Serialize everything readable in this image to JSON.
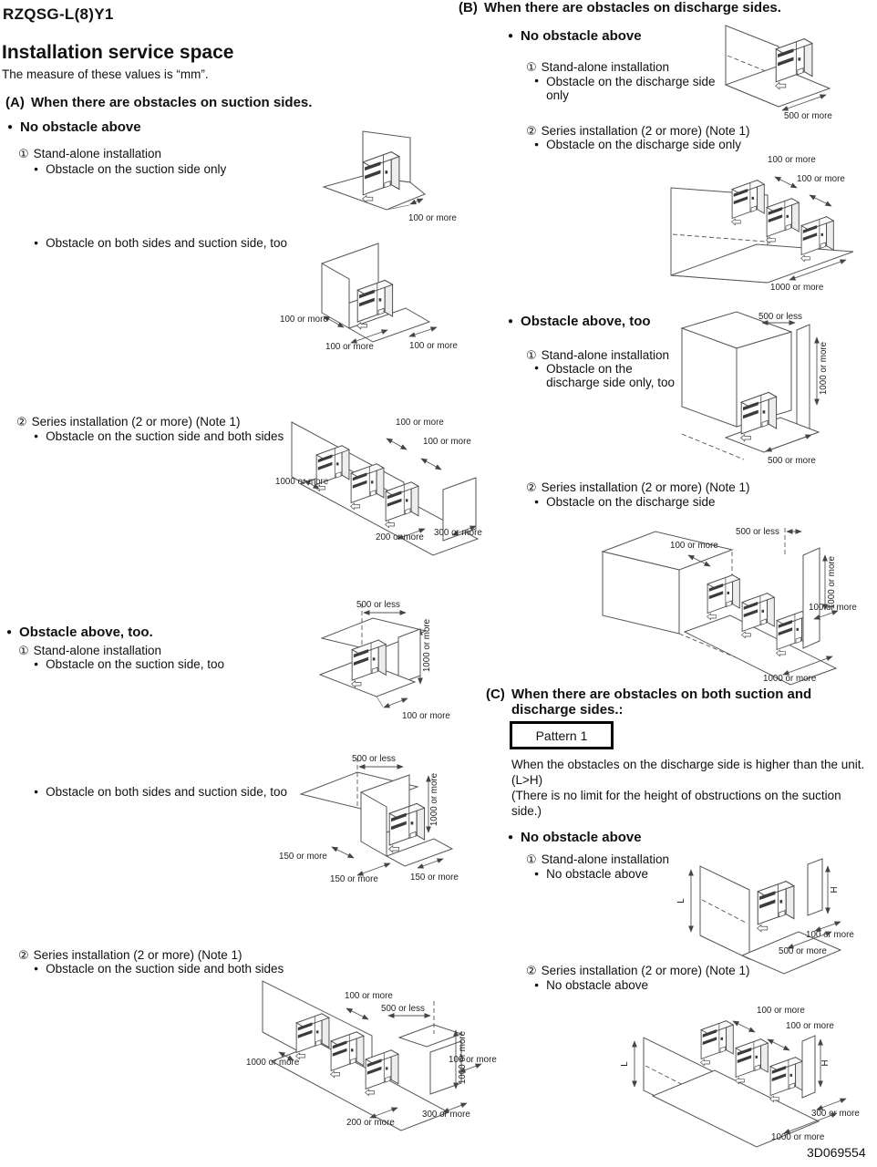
{
  "glyphs": {
    "bullet": "●",
    "c1": "①",
    "c2": "②"
  },
  "page": {
    "model": "RZQSG-L(8)Y1",
    "title": "Installation service space",
    "units_note": "The measure of these values is “mm”.",
    "doc_code": "3D069554"
  },
  "common": {
    "standalone": "Stand-alone installation",
    "series": "Series installation (2 or more) (Note 1)"
  },
  "section_a": {
    "letter": "(A)",
    "heading": "When there are obstacles on suction sides.",
    "no_obstacle": {
      "heading": "No obstacle above",
      "case_s1_1": "Obstacle on the suction side only",
      "case_s1_2": "Obstacle on both sides and suction side, too",
      "case_s2": "Obstacle on the suction side and both sides"
    },
    "obstacle_above": {
      "heading": "Obstacle above, too.",
      "case_s1_1": "Obstacle on the suction side, too",
      "case_s1_2": "Obstacle on both sides and suction side, too",
      "case_s2": "Obstacle on the suction side and both sides"
    }
  },
  "section_b": {
    "letter": "(B)",
    "heading": "When there are obstacles on discharge sides.",
    "no_obstacle": {
      "heading": "No obstacle above",
      "case_s1": "Obstacle on the discharge side only",
      "case_s2": "Obstacle on the discharge side only"
    },
    "obstacle_above": {
      "heading": "Obstacle above, too",
      "case_s1_line1": "Obstacle on the",
      "case_s1_line2": "discharge side only, too",
      "case_s2": "Obstacle on the discharge side"
    }
  },
  "section_c": {
    "letter": "(C)",
    "heading_line1": "When there are obstacles on both suction and",
    "heading_line2": "discharge sides.:",
    "pattern_label": "Pattern 1",
    "para1": "When the obstacles on the discharge side is higher than the unit. (L>H)",
    "para2": "(There is no limit for the height of obstructions on the suction side.)",
    "no_obstacle": {
      "heading": "No obstacle above",
      "case_s1": "No obstacle above",
      "case_s2": "No obstacle above"
    }
  },
  "dims": {
    "d100": "100 or more",
    "d150": "150 or more",
    "d200": "200 or more",
    "d300": "300 or more",
    "d500": "500 or more",
    "d500l": "500 or less",
    "d1000": "1000 or more",
    "L": "L",
    "H": "H"
  }
}
